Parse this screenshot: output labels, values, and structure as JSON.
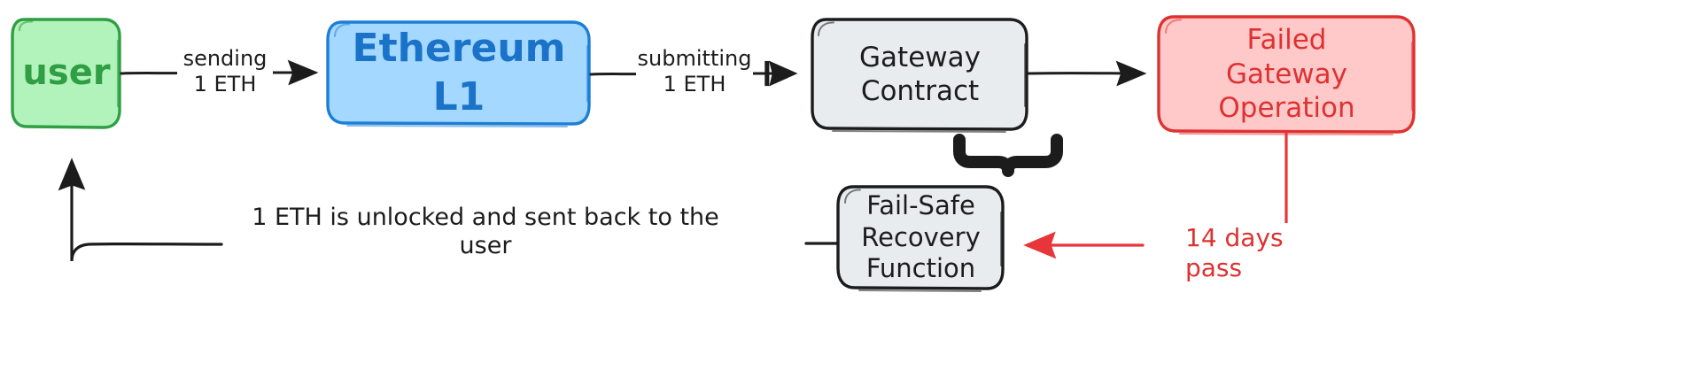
{
  "diagram": {
    "title": "Gateway fail-safe recovery flow",
    "style": "hand-drawn flowchart",
    "background": "#ffffff"
  },
  "palette": {
    "green_fill": "#b2f2bb",
    "green_stroke": "#2f9e44",
    "green_text": "#2f9e44",
    "blue_fill": "#a5d8ff",
    "blue_stroke": "#1c7ed6",
    "blue_text": "#1a73c8",
    "gray_fill": "#e9ecef",
    "gray_stroke": "#1c1c1c",
    "gray_text": "#1c1c1c",
    "red_fill": "#ffc9c9",
    "red_stroke": "#e03131",
    "red_text": "#e03131",
    "edge_black": "#1c1c1c",
    "edge_red": "#e8353a"
  },
  "nodes": [
    {
      "id": "user",
      "label": "user",
      "shape": "rounded-rect",
      "fill": "#b2f2bb",
      "stroke": "#2f9e44",
      "text_color": "#2f9e44"
    },
    {
      "id": "eth",
      "label": "Ethereum L1",
      "shape": "rounded-rect",
      "fill": "#a5d8ff",
      "stroke": "#1c7ed6",
      "text_color": "#1a73c8"
    },
    {
      "id": "gateway",
      "label": "Gateway\nContract",
      "shape": "rounded-rect",
      "fill": "#e9ecef",
      "stroke": "#1c1c1c",
      "text_color": "#1c1c1c"
    },
    {
      "id": "failed",
      "label": "Failed\nGateway\nOperation",
      "shape": "rounded-rect",
      "fill": "#ffc9c9",
      "stroke": "#e03131",
      "text_color": "#e03131"
    },
    {
      "id": "failsafe",
      "label": "Fail-Safe\nRecovery\nFunction",
      "shape": "rounded-rect",
      "fill": "#e9ecef",
      "stroke": "#1c1c1c",
      "text_color": "#1c1c1c"
    }
  ],
  "edges": [
    {
      "id": "user-to-eth",
      "from": "user",
      "to": "eth",
      "label": "sending\n1 ETH",
      "color": "#1c1c1c",
      "arrow": "triangle"
    },
    {
      "id": "eth-to-gateway",
      "from": "eth",
      "to": "gateway",
      "label": "submitting\n1 ETH",
      "color": "#1c1c1c",
      "arrow": "triangle-barbed"
    },
    {
      "id": "gateway-to-failed",
      "from": "gateway",
      "to": "failed",
      "label": "",
      "color": "#1c1c1c",
      "arrow": "triangle"
    },
    {
      "id": "gateway-to-failsafe",
      "from": "gateway",
      "to": "failsafe",
      "label": "",
      "color": "#1c1c1c",
      "arrow": "curly-brace"
    },
    {
      "id": "failsafe-to-user",
      "from": "failsafe",
      "to": "user",
      "label": "1 ETH is unlocked and sent back to the user",
      "color": "#1c1c1c",
      "arrow": "triangle"
    },
    {
      "id": "failed-to-failsafe",
      "from": "failed",
      "to": "failsafe",
      "label": "14 days pass",
      "color": "#e8353a",
      "arrow": "triangle"
    }
  ],
  "labels": {
    "sending": "sending\n1 ETH",
    "submitting": "submitting\n1 ETH",
    "unlocked": "1 ETH is unlocked and sent back to the user",
    "days_pass": "14 days pass"
  },
  "node_text": {
    "user": "user",
    "eth": "Ethereum L1",
    "gateway": "Gateway\nContract",
    "failed": "Failed\nGateway\nOperation",
    "failsafe": "Fail-Safe\nRecovery\nFunction"
  }
}
